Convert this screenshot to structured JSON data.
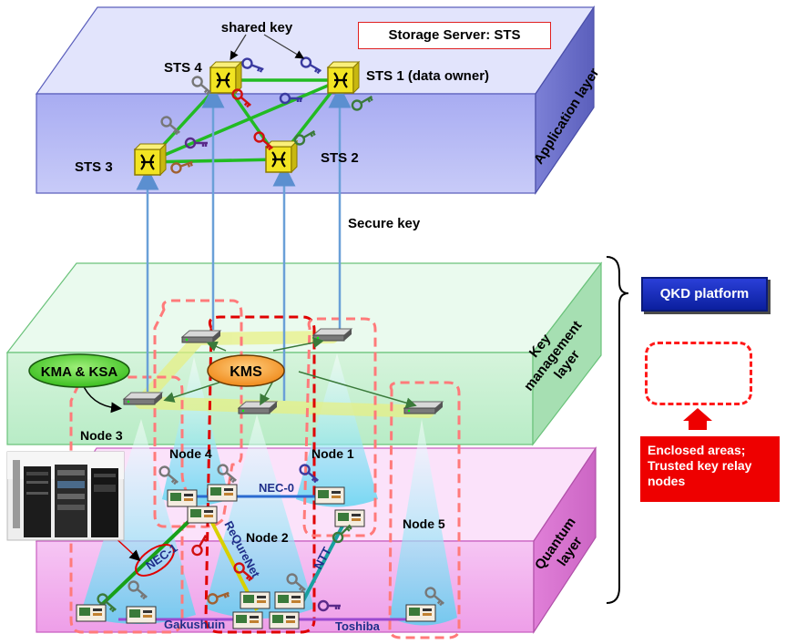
{
  "layers": {
    "application": "Application layer",
    "key_management": [
      "Key",
      "management",
      "layer"
    ],
    "quantum": [
      "Quantum",
      "layer"
    ]
  },
  "legend": {
    "storage_server": "Storage Server: STS",
    "qkd_platform": "QKD platform",
    "trusted_nodes": [
      "Enclosed areas;",
      "Trusted key relay",
      "nodes"
    ]
  },
  "servers": {
    "sts1": "STS 1 (data owner)",
    "sts2": "STS 2",
    "sts3": "STS 3",
    "sts4": "STS 4"
  },
  "annotations": {
    "shared_key": "shared key",
    "secure_key": "Secure key"
  },
  "kms": {
    "kms": "KMS",
    "kma_ksa": "KMA & KSA"
  },
  "nodes": {
    "node1": "Node 1",
    "node2": "Node 2",
    "node3": "Node 3",
    "node4": "Node 4",
    "node5": "Node 5"
  },
  "links": {
    "nec0": "NEC-0",
    "nec1": "NEC-1",
    "requrenet": "ReQureNet",
    "ntt": "NTT",
    "gakushuin": "Gakushuin",
    "toshiba": "Toshiba"
  },
  "colors": {
    "app_layer": "#b4b8f4",
    "km_layer": "#c8f0d0",
    "quantum_layer": "#f4b8f0",
    "trusted_outline": "#ff3030",
    "key_link": "#22bb22",
    "arrow": "#6aa0d8"
  }
}
